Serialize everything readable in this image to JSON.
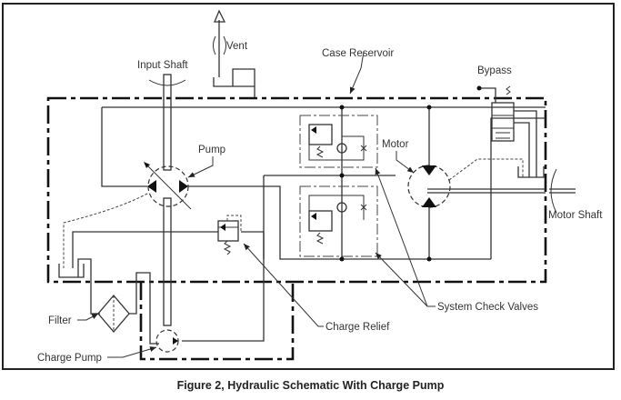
{
  "figure": {
    "caption": "Figure 2, Hydraulic Schematic With Charge Pump"
  },
  "labels": {
    "vent": "Vent",
    "input_shaft": "Input Shaft",
    "case_reservoir": "Case Reservoir",
    "bypass": "Bypass",
    "pump": "Pump",
    "motor": "Motor",
    "motor_shaft": "Motor Shaft",
    "filter": "Filter",
    "charge_pump": "Charge Pump",
    "charge_relief": "Charge Relief",
    "system_check_valves": "System Check Valves"
  },
  "components": [
    {
      "name": "vent",
      "icon": "vent-orifice-icon"
    },
    {
      "name": "input-shaft",
      "icon": "shaft-icon"
    },
    {
      "name": "pump",
      "icon": "variable-pump-icon"
    },
    {
      "name": "motor",
      "icon": "fixed-motor-icon"
    },
    {
      "name": "bypass",
      "icon": "bypass-valve-icon"
    },
    {
      "name": "filter",
      "icon": "filter-icon"
    },
    {
      "name": "charge-pump",
      "icon": "fixed-pump-icon"
    },
    {
      "name": "charge-relief",
      "icon": "relief-valve-icon"
    },
    {
      "name": "system-check-valves",
      "icon": "check-valve-icon"
    },
    {
      "name": "case-reservoir",
      "icon": "reservoir-boundary-icon"
    }
  ]
}
